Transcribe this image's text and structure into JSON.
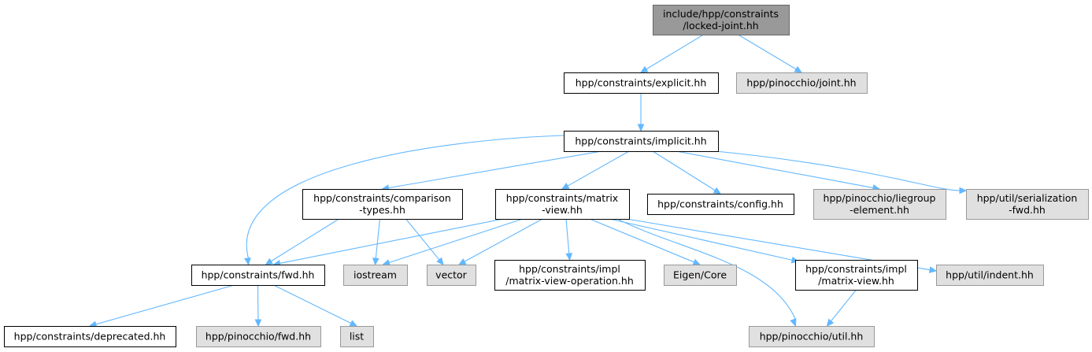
{
  "nodes": {
    "locked_joint": {
      "lines": [
        "include/hpp/constraints",
        "/locked-joint.hh"
      ],
      "kind": "root"
    },
    "explicit": {
      "lines": [
        "hpp/constraints/explicit.hh"
      ],
      "kind": "local"
    },
    "pinocchio_joint": {
      "lines": [
        "hpp/pinocchio/joint.hh"
      ],
      "kind": "external"
    },
    "implicit": {
      "lines": [
        "hpp/constraints/implicit.hh"
      ],
      "kind": "local"
    },
    "comparison_types": {
      "lines": [
        "hpp/constraints/comparison",
        "-types.hh"
      ],
      "kind": "local"
    },
    "matrix_view": {
      "lines": [
        "hpp/constraints/matrix",
        "-view.hh"
      ],
      "kind": "local"
    },
    "config": {
      "lines": [
        "hpp/constraints/config.hh"
      ],
      "kind": "local"
    },
    "liegroup_element": {
      "lines": [
        "hpp/pinocchio/liegroup",
        "-element.hh"
      ],
      "kind": "external"
    },
    "serialization_fwd": {
      "lines": [
        "hpp/util/serialization",
        "-fwd.hh"
      ],
      "kind": "external"
    },
    "constraints_fwd": {
      "lines": [
        "hpp/constraints/fwd.hh"
      ],
      "kind": "local"
    },
    "iostream": {
      "lines": [
        "iostream"
      ],
      "kind": "external"
    },
    "vector": {
      "lines": [
        "vector"
      ],
      "kind": "external"
    },
    "matrix_view_operation": {
      "lines": [
        "hpp/constraints/impl",
        "/matrix-view-operation.hh"
      ],
      "kind": "local"
    },
    "eigen_core": {
      "lines": [
        "Eigen/Core"
      ],
      "kind": "external"
    },
    "impl_matrix_view": {
      "lines": [
        "hpp/constraints/impl",
        "/matrix-view.hh"
      ],
      "kind": "local"
    },
    "indent": {
      "lines": [
        "hpp/util/indent.hh"
      ],
      "kind": "external"
    },
    "deprecated": {
      "lines": [
        "hpp/constraints/deprecated.hh"
      ],
      "kind": "local"
    },
    "pinocchio_fwd": {
      "lines": [
        "hpp/pinocchio/fwd.hh"
      ],
      "kind": "external"
    },
    "list": {
      "lines": [
        "list"
      ],
      "kind": "external"
    },
    "pinocchio_util": {
      "lines": [
        "hpp/pinocchio/util.hh"
      ],
      "kind": "external"
    }
  },
  "edges": [
    [
      "locked_joint",
      "explicit"
    ],
    [
      "locked_joint",
      "pinocchio_joint"
    ],
    [
      "explicit",
      "implicit"
    ],
    [
      "implicit",
      "constraints_fwd"
    ],
    [
      "implicit",
      "comparison_types"
    ],
    [
      "implicit",
      "matrix_view"
    ],
    [
      "implicit",
      "config"
    ],
    [
      "implicit",
      "liegroup_element"
    ],
    [
      "implicit",
      "serialization_fwd"
    ],
    [
      "comparison_types",
      "constraints_fwd"
    ],
    [
      "comparison_types",
      "iostream"
    ],
    [
      "comparison_types",
      "vector"
    ],
    [
      "matrix_view",
      "constraints_fwd"
    ],
    [
      "matrix_view",
      "iostream"
    ],
    [
      "matrix_view",
      "vector"
    ],
    [
      "matrix_view",
      "matrix_view_operation"
    ],
    [
      "matrix_view",
      "eigen_core"
    ],
    [
      "matrix_view",
      "impl_matrix_view"
    ],
    [
      "matrix_view",
      "indent"
    ],
    [
      "matrix_view",
      "pinocchio_util"
    ],
    [
      "constraints_fwd",
      "deprecated"
    ],
    [
      "constraints_fwd",
      "pinocchio_fwd"
    ],
    [
      "constraints_fwd",
      "list"
    ],
    [
      "impl_matrix_view",
      "pinocchio_util"
    ]
  ],
  "colors": {
    "root_fill": "#999999",
    "root_stroke": "#666666",
    "local_fill": "#ffffff",
    "local_stroke": "#000000",
    "external_fill": "#e0e0e0",
    "external_stroke": "#999999",
    "edge": "#63b8ff"
  }
}
